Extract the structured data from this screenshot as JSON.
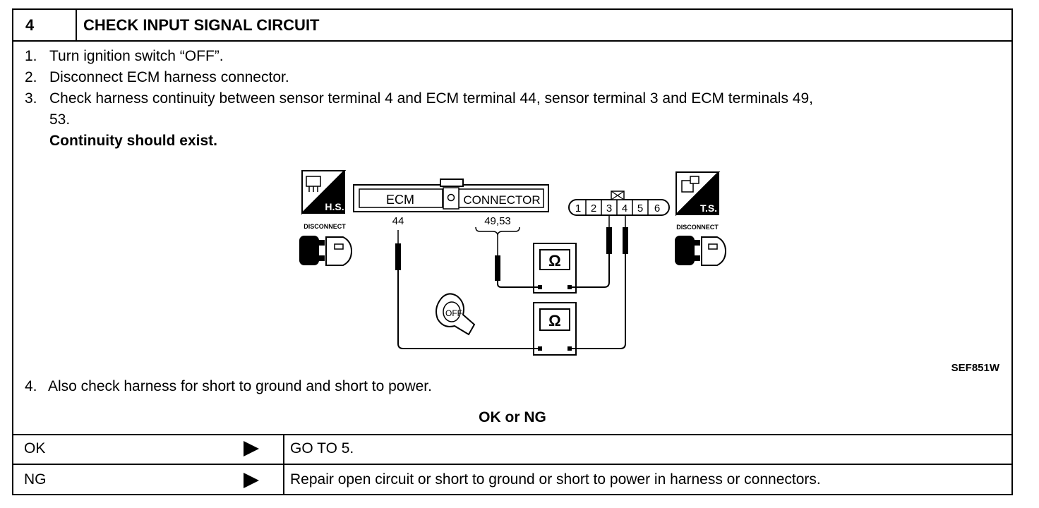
{
  "header": {
    "step_number": "4",
    "title": "CHECK INPUT SIGNAL CIRCUIT"
  },
  "procedure": {
    "steps": [
      {
        "num": "1.",
        "text": "Turn ignition switch “OFF”."
      },
      {
        "num": "2.",
        "text": "Disconnect ECM harness connector."
      },
      {
        "num": "3.",
        "text": "Check harness continuity between sensor terminal 4 and ECM terminal 44, sensor terminal 3 and ECM terminals 49,",
        "cont": "53."
      },
      {
        "num": "4.",
        "text": "Also check harness for short to ground and short to power."
      }
    ],
    "spec": "Continuity should exist."
  },
  "diagram": {
    "hs_label": "H.S.",
    "ts_label": "T.S.",
    "disconnect_left": "DISCONNECT",
    "disconnect_right": "DISCONNECT",
    "ecm_label": "ECM",
    "connector_label": "CONNECTOR",
    "terminal_44": "44",
    "terminal_49_53": "49,53",
    "sensor_pins": [
      "1",
      "2",
      "3",
      "4",
      "5",
      "6"
    ],
    "ohm_symbol": "Ω",
    "key_label": "OFF",
    "figure_code": "SEF851W"
  },
  "result": {
    "heading": "OK or NG",
    "rows": [
      {
        "status": "OK",
        "action": "GO TO 5."
      },
      {
        "status": "NG",
        "action": "Repair open circuit or short to ground or short to power in harness or connectors."
      }
    ]
  }
}
